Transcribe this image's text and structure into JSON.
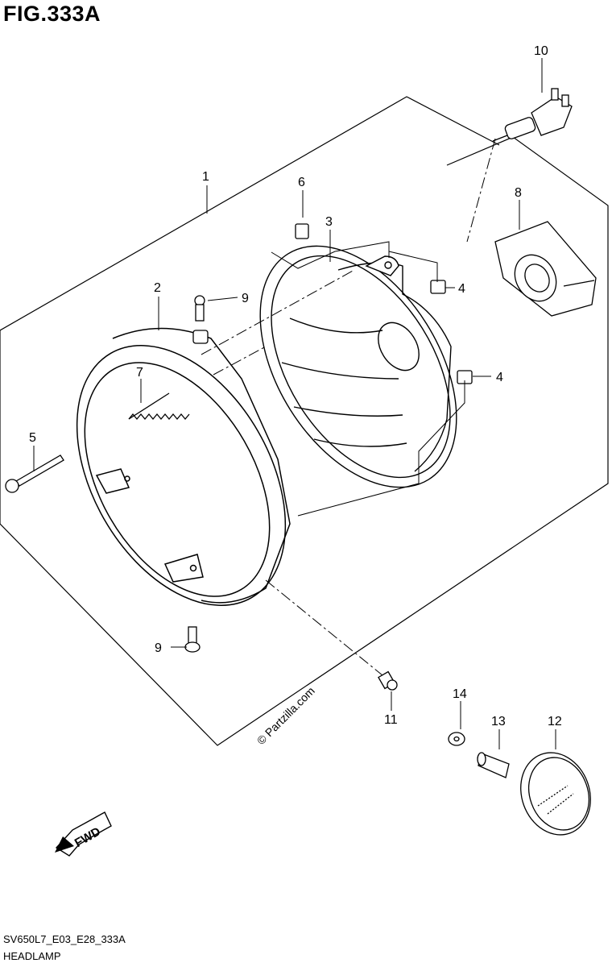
{
  "figure": {
    "title": "FIG.333A"
  },
  "callouts": [
    {
      "id": "1",
      "label": "1"
    },
    {
      "id": "2",
      "label": "2"
    },
    {
      "id": "3",
      "label": "3"
    },
    {
      "id": "4a",
      "label": "4"
    },
    {
      "id": "4b",
      "label": "4"
    },
    {
      "id": "5",
      "label": "5"
    },
    {
      "id": "6",
      "label": "6"
    },
    {
      "id": "7",
      "label": "7"
    },
    {
      "id": "8",
      "label": "8"
    },
    {
      "id": "9a",
      "label": "9"
    },
    {
      "id": "9b",
      "label": "9"
    },
    {
      "id": "10",
      "label": "10"
    },
    {
      "id": "11",
      "label": "11"
    },
    {
      "id": "12",
      "label": "12"
    },
    {
      "id": "13",
      "label": "13"
    },
    {
      "id": "14",
      "label": "14"
    }
  ],
  "direction_badge": "FWD",
  "watermark": "© Partzilla.com",
  "footer": {
    "code": "SV650L7_E03_E28_333A",
    "name": "HEADLAMP"
  }
}
